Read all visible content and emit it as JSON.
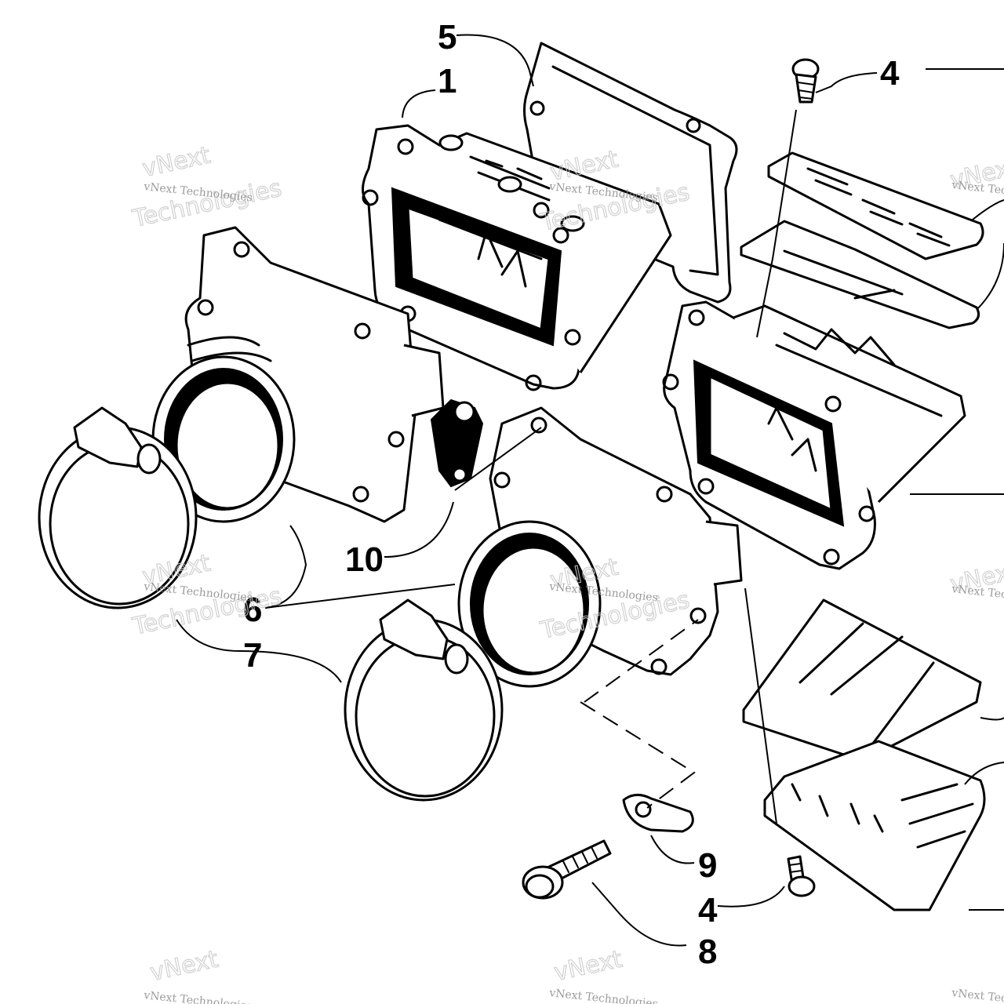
{
  "callouts": {
    "c1": "1",
    "c4a": "4",
    "c4b": "4",
    "c5": "5",
    "c6": "6",
    "c7": "7",
    "c8": "8",
    "c9": "9",
    "c10": "10"
  },
  "watermark": {
    "brand": "vNext Technologies",
    "line1": "vNext",
    "line2": "Technologies",
    "line3": "Technologies"
  }
}
